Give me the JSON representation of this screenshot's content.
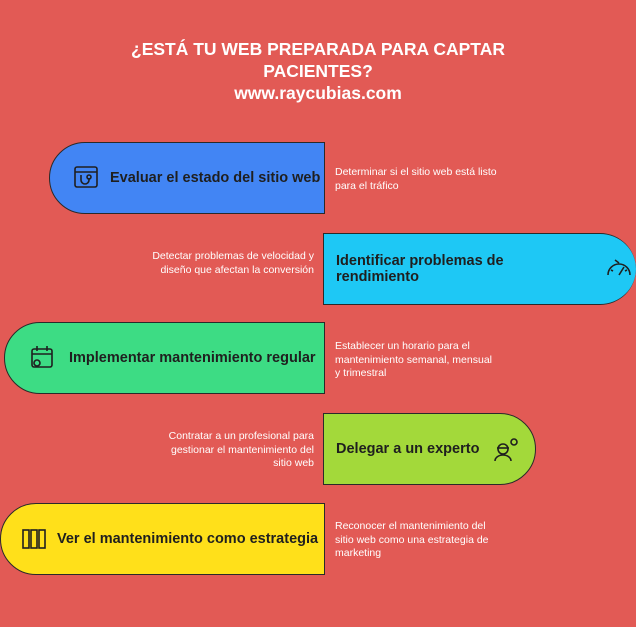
{
  "header": {
    "title_line1": "¿ESTÁ TU WEB PREPARADA PARA CAPTAR",
    "title_line2": "PACIENTES?",
    "website": "www.raycubias.com"
  },
  "steps": [
    {
      "label": "Evaluar el estado del sitio web",
      "description": "Determinar si el sitio web está listo para el tráfico",
      "color": "#4285f4",
      "icon": "stethoscope-browser-icon"
    },
    {
      "label": "Identificar problemas de rendimiento",
      "description": "Detectar problemas de velocidad y diseño que afectan la conversión",
      "color": "#1ec8f5",
      "icon": "speedometer-icon"
    },
    {
      "label": "Implementar mantenimiento regular",
      "description": "Establecer un horario para el mantenimiento semanal, mensual y trimestral",
      "color": "#3ddc84",
      "icon": "calendar-gear-icon"
    },
    {
      "label": "Delegar a un experto",
      "description": "Contratar a un profesional para gestionar el mantenimiento del sitio web",
      "color": "#a3d93a",
      "icon": "worker-gear-icon"
    },
    {
      "label": "Ver el mantenimiento como estrategia",
      "description": "Reconocer el mantenimiento del sitio web como una estrategia de marketing",
      "color": "#ffe01a",
      "icon": "books-icon"
    }
  ]
}
